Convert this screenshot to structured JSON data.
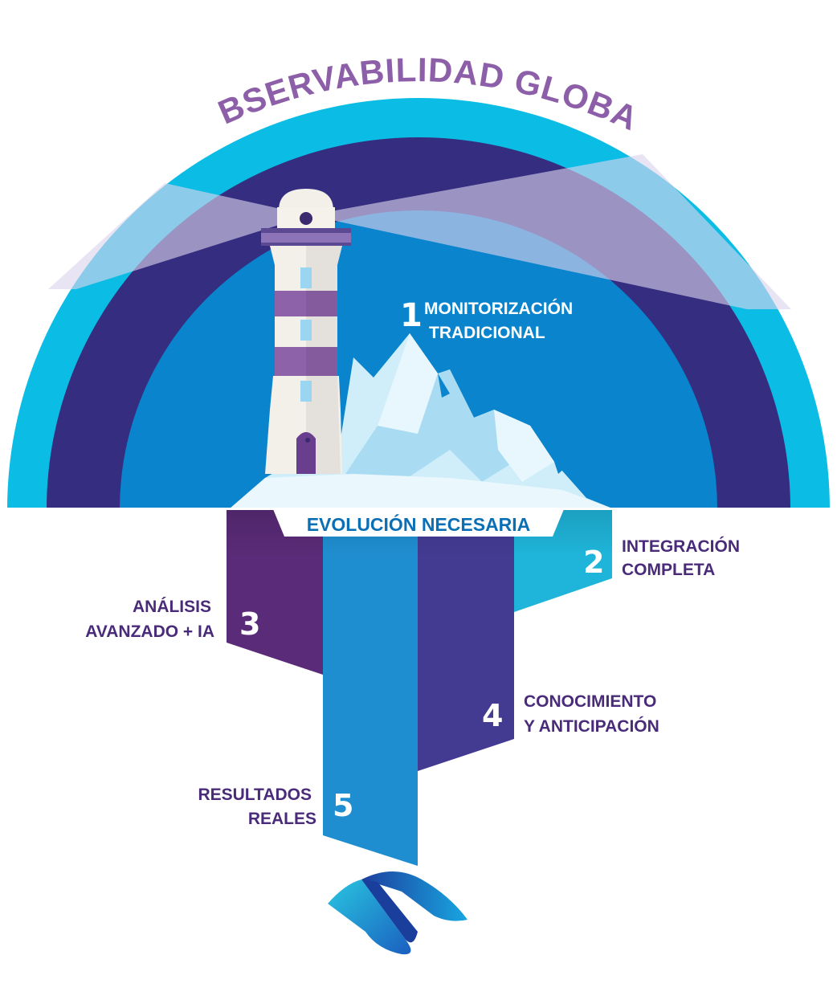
{
  "title": "OBSERVABILIDAD GLOBAL",
  "banner": "EVOLUCIÓN NECESARIA",
  "colors": {
    "outer_arc": "#0bbde4",
    "middle_arc": "#342d80",
    "inner_dome": "#0a84cc",
    "title": "#8d5fa8",
    "banner_text": "#0b6fb5",
    "label_purple": "#4a2b7a",
    "beam": "#dcd3ec",
    "ribbon_2": "#1fb5da",
    "ribbon_3": "#5a2b78",
    "ribbon_4": "#433b92",
    "ribbon_5": "#1f8ed0"
  },
  "stages": [
    {
      "number": "1",
      "line1": "MONITORIZACIÓN",
      "line2": "TRADICIONAL"
    },
    {
      "number": "2",
      "line1": "INTEGRACIÓN",
      "line2": "COMPLETA"
    },
    {
      "number": "3",
      "line1": "ANÁLISIS",
      "line2": "AVANZADO + IA"
    },
    {
      "number": "4",
      "line1": "CONOCIMIENTO",
      "line2": "Y ANTICIPACIÓN"
    },
    {
      "number": "5",
      "line1": "RESULTADOS",
      "line2": "REALES"
    }
  ],
  "icons": {
    "lighthouse": "lighthouse-icon",
    "iceberg": "iceberg-icon",
    "logo": "brand-logo-icon"
  }
}
